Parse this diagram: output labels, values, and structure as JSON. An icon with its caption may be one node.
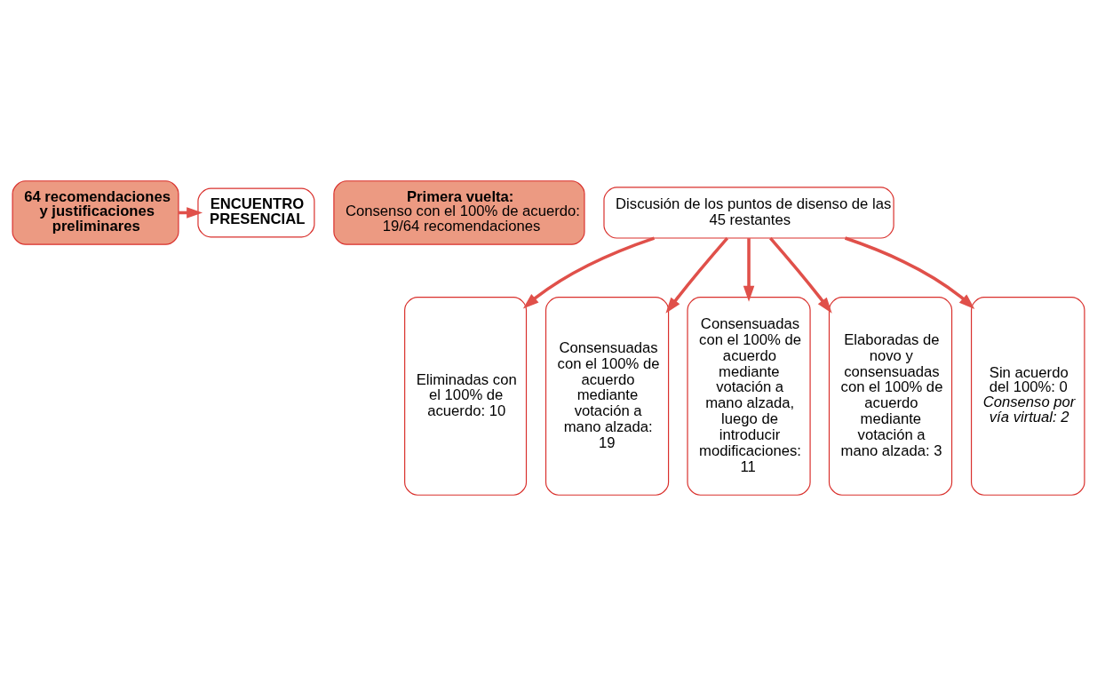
{
  "diagram": {
    "nodes": [
      {
        "text": [
          "64 recomendaciones y justificaciones preliminares"
        ]
      },
      {
        "text": [
          "ENCUENTRO PRESENCIAL"
        ]
      },
      {
        "text": [
          "Primera vuelta:",
          "Consenso con el 100% de acuerdo: 19/64 recomendaciones"
        ]
      },
      {
        "text": [
          "Discusión de los puntos de disenso de las 45 restantes"
        ]
      },
      {
        "text": [
          "Eliminadas con el 100% de acuerdo: 10"
        ]
      },
      {
        "text": [
          "Consensuadas con el 100% de acuerdo mediante votación a mano alzada: 19"
        ]
      },
      {
        "text": [
          "Consensuadas con el 100% de acuerdo mediante votación a mano alzada, luego de introducir modificaciones: 11"
        ]
      },
      {
        "text": [
          "Elaboradas de novo y consensuadas con el 100% de acuerdo mediante votación a mano alzada: 3"
        ]
      },
      {
        "text": [
          "Sin acuerdo del 100%: 0",
          "Consenso por vía virtual: 2"
        ]
      }
    ],
    "edges": [
      {
        "from": 0,
        "to": 1,
        "arrow": "to"
      },
      {
        "from": 3,
        "to": 4,
        "arrow": "to"
      },
      {
        "from": 3,
        "to": 5,
        "arrow": "to"
      },
      {
        "from": 3,
        "to": 6,
        "arrow": "to"
      },
      {
        "from": 3,
        "to": 7,
        "arrow": "to"
      },
      {
        "from": 3,
        "to": 8,
        "arrow": "to"
      }
    ]
  }
}
